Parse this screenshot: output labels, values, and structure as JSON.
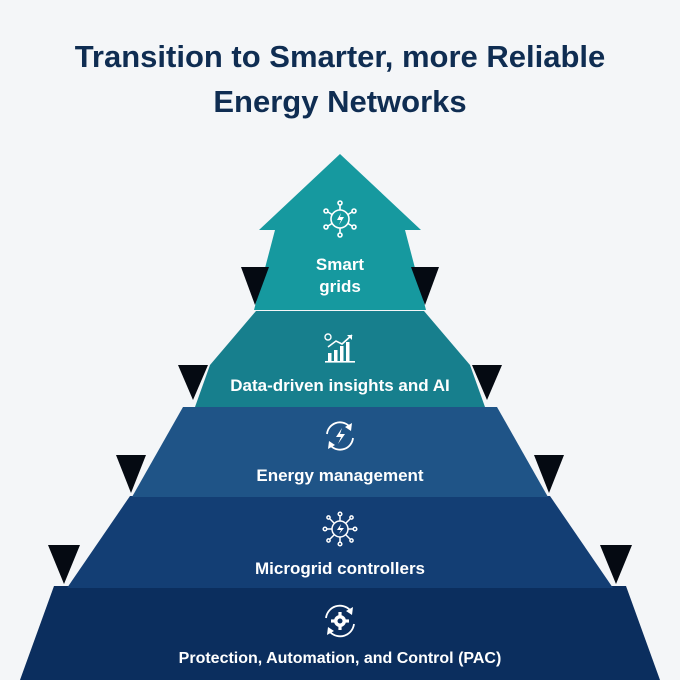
{
  "title": {
    "line1": "Transition to Smarter, more Reliable",
    "line2": "Energy Networks"
  },
  "levels": [
    {
      "label_line1": "Smart",
      "label_line2": "grids",
      "icon": "network-bolt-icon",
      "color": "#16999f"
    },
    {
      "label": "Data-driven insights and AI",
      "icon": "growth-chart-icon",
      "color": "#177f8d"
    },
    {
      "label": "Energy management",
      "icon": "cycle-bolt-icon",
      "color": "#1f5487"
    },
    {
      "label": "Microgrid controllers",
      "icon": "circuit-bolt-icon",
      "color": "#133e74"
    },
    {
      "label": "Protection, Automation, and Control (PAC)",
      "icon": "gear-cycle-icon",
      "color": "#0b2e5e"
    }
  ]
}
